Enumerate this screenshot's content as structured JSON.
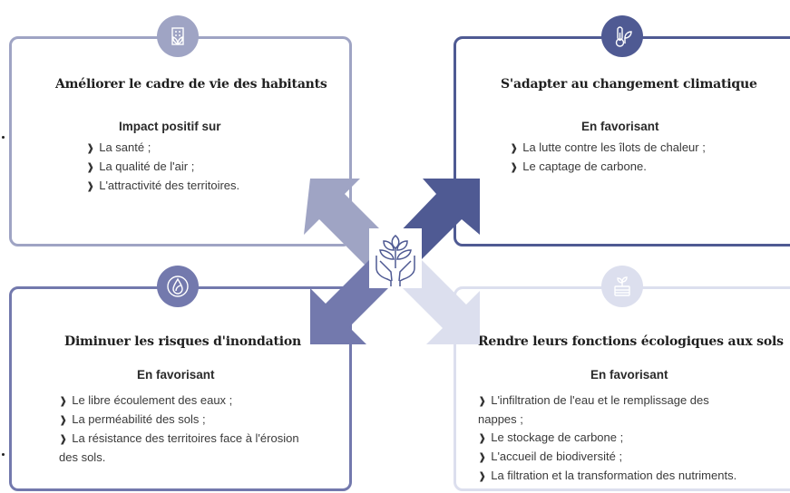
{
  "colors": {
    "card_top_left": "#9fa4c4",
    "card_top_right": "#4f5a93",
    "card_bottom_left": "#7379ad",
    "card_bottom_right": "#dcdfee",
    "arrow_top_left": "#9fa4c4",
    "arrow_top_right": "#4f5a93",
    "arrow_bottom_left": "#7379ad",
    "arrow_bottom_right": "#dcdfee"
  },
  "center_icon": "hands-plant-icon",
  "cards": {
    "top_left": {
      "icon": "building-leaf-icon",
      "title": "Améliorer le cadre de vie des habitants",
      "subtitle": "Impact positif sur",
      "items": [
        "La santé ;",
        "La qualité de l'air ;",
        "L'attractivité des territoires."
      ]
    },
    "top_right": {
      "icon": "thermometer-leaf-icon",
      "title": "S'adapter au changement climatique",
      "subtitle": "En favorisant",
      "items": [
        "La lutte contre les îlots de chaleur ;",
        "Le captage de carbone."
      ]
    },
    "bottom_left": {
      "icon": "water-drop-leaf-icon",
      "title": "Diminuer les risques d'inondation",
      "subtitle": "En favorisant",
      "items": [
        "Le libre écoulement des eaux ;",
        "La perméabilité des sols ;",
        "La résistance des territoires face à l'érosion des sols."
      ]
    },
    "bottom_right": {
      "icon": "soil-sprout-icon",
      "title": "Rendre leurs fonctions écologiques aux sols",
      "subtitle": "En favorisant",
      "items": [
        "L'infiltration de l'eau et le remplissage des nappes ;",
        "Le stockage de carbone ;",
        "L'accueil de biodiversité ;",
        "La filtration et la transformation des nutriments."
      ]
    }
  }
}
